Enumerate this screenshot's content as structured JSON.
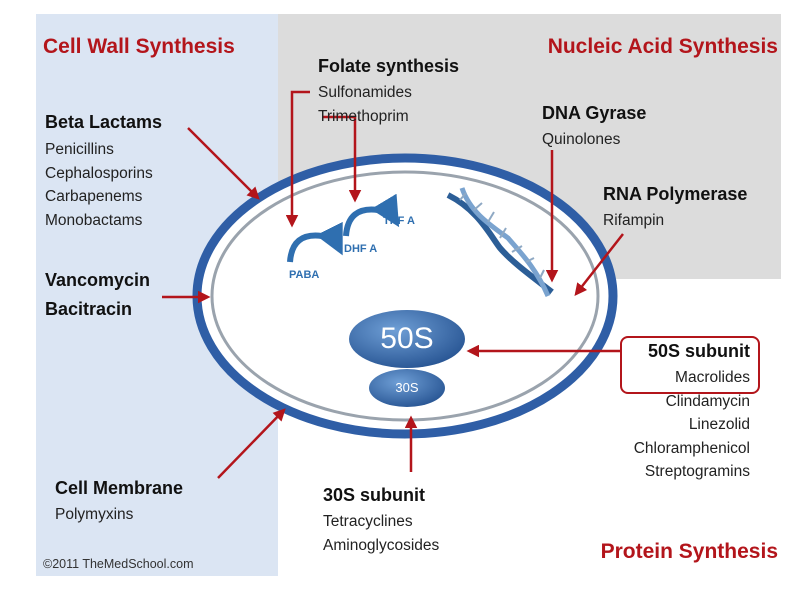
{
  "sections": {
    "cell_wall": "Cell Wall Synthesis",
    "nucleic_acid": "Nucleic Acid Synthesis",
    "protein": "Protein Synthesis"
  },
  "groups": {
    "beta_lactams": {
      "title": "Beta Lactams",
      "items": [
        "Penicillins",
        "Cephalosporins",
        "Carbapenems",
        "Monobactams"
      ]
    },
    "vancomycin": {
      "lines": [
        "Vancomycin",
        "Bacitracin"
      ]
    },
    "cell_membrane": {
      "title": "Cell Membrane",
      "items": [
        "Polymyxins"
      ]
    },
    "folate": {
      "title": "Folate synthesis",
      "items": [
        "Sulfonamides",
        "Trimethoprim"
      ]
    },
    "dna_gyrase": {
      "title": "DNA Gyrase",
      "items": [
        "Quinolones"
      ]
    },
    "rna_polymerase": {
      "title": "RNA Polymerase",
      "items": [
        "Rifampin"
      ]
    },
    "s50": {
      "title": "50S subunit",
      "items": [
        "Macrolides",
        "Clindamycin",
        "Linezolid",
        "Chloramphenicol",
        "Streptogramins"
      ]
    },
    "s30": {
      "title": "30S subunit",
      "items": [
        "Tetracyclines",
        "Aminoglycosides"
      ]
    }
  },
  "cell": {
    "paba": "PABA",
    "dhfa": "DHF A",
    "thfa": "THF A",
    "ribosome_large": "50S",
    "ribosome_small": "30S"
  },
  "copyright": "©2011 TheMedSchool.com",
  "colors": {
    "accent_red": "#b3151b",
    "membrane_blue": "#2f5ea6",
    "left_panel": "#dbe5f3",
    "right_panel": "#dcdcdc"
  }
}
